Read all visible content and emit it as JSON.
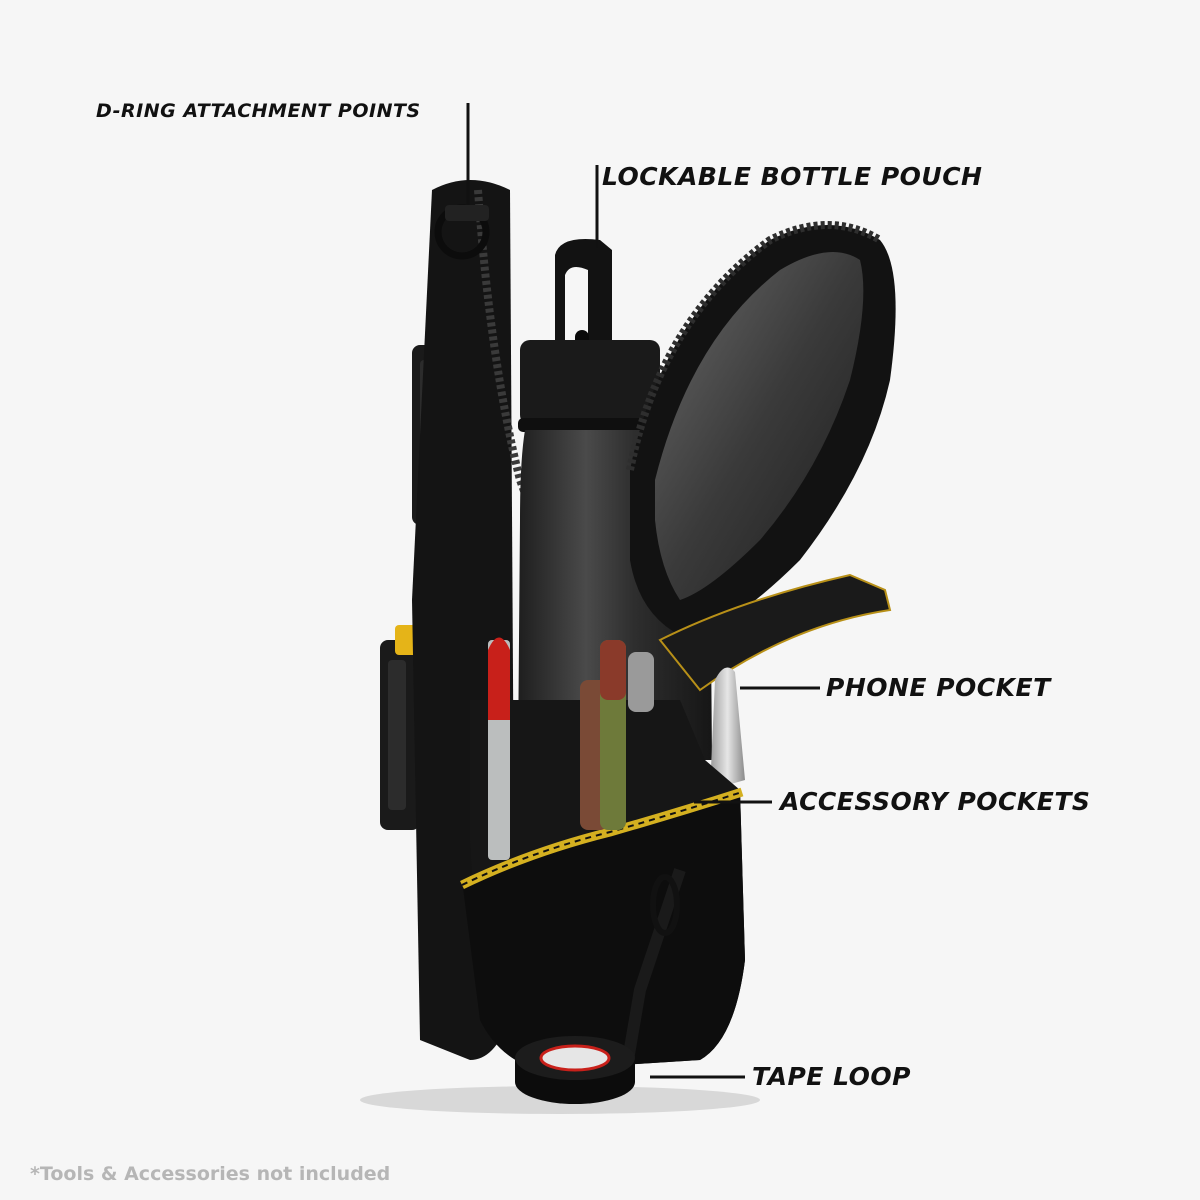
{
  "callouts": {
    "d_ring": "D-RING ATTACHMENT POINTS",
    "bottle_pouch": "LOCKABLE BOTTLE POUCH",
    "phone_pocket": "PHONE POCKET",
    "accessory_pockets": "ACCESSORY POCKETS",
    "tape_loop": "TAPE LOOP"
  },
  "disclaimer": "*Tools & Accessories not included",
  "colors": {
    "background": "#f6f6f6",
    "bag": "#141414",
    "bag_shade": "#0a0a0a",
    "bottle": "#2b2b2b",
    "trim": "#d4b020",
    "pen_red": "#c8201a",
    "pen_brown": "#7a4a36",
    "pen_green": "#6e7a3a",
    "disclaimer_text": "#b6b6b6",
    "callout_text": "#111111"
  },
  "icons": [
    "d-ring-icon",
    "carabiner-icon",
    "tape-roll-icon"
  ]
}
